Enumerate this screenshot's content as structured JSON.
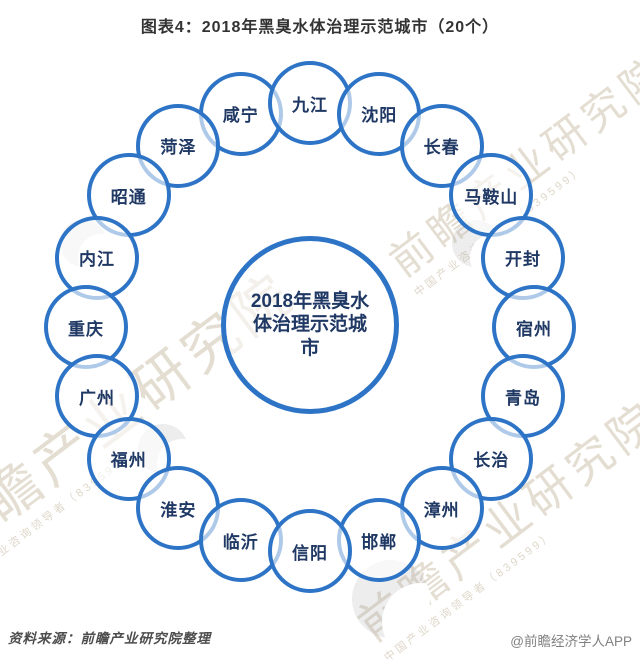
{
  "title": "图表4：2018年黑臭水体治理示范城市（20个）",
  "diagram": {
    "center_label": "2018年黑臭水体治理示范城市",
    "center_label_lines": [
      "2018年黑臭水",
      "体治理示范城",
      "市"
    ],
    "city_count": 20,
    "cities": [
      "九江",
      "沈阳",
      "长春",
      "马鞍山",
      "开封",
      "宿州",
      "青岛",
      "长治",
      "漳州",
      "邯郸",
      "信阳",
      "临沂",
      "淮安",
      "福州",
      "广州",
      "重庆",
      "内江",
      "昭通",
      "菏泽",
      "咸宁"
    ],
    "colors": {
      "circle_border": "#2E74C6",
      "label_text": "#1F3864",
      "overlap_arc": "#AFCAE8"
    }
  },
  "watermark": {
    "brand_text": "前瞻产业研究院",
    "tagline": "中国产业咨询领导者（839599）"
  },
  "footer": {
    "source": "资料来源：前瞻产业研究院整理",
    "credit": "@前瞻经济学人APP"
  }
}
